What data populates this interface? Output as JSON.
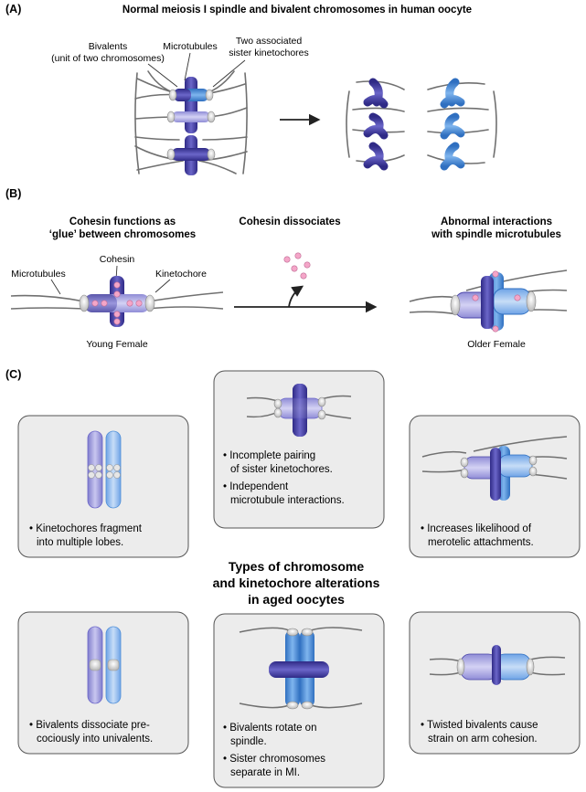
{
  "panelA": {
    "label": "(A)",
    "title": "Normal meiosis I spindle and bivalent chromosomes in human oocyte",
    "labels": {
      "bivalents_1": "Bivalents",
      "bivalents_2": "(unit of two chromosomes)",
      "microtubules": "Microtubules",
      "kinetochores_1": "Two associated",
      "kinetochores_2": "sister kinetochores"
    }
  },
  "panelB": {
    "label": "(B)",
    "heading_left_1": "Cohesin functions as",
    "heading_left_2": "‘glue’ between chromosomes",
    "heading_mid": "Cohesin dissociates",
    "heading_right_1": "Abnormal interactions",
    "heading_right_2": "with spindle microtubules",
    "label_microtubules": "Microtubules",
    "label_cohesin": "Cohesin",
    "label_kinetochore": "Kinetochore",
    "caption_left": "Young Female",
    "caption_right": "Older Female"
  },
  "panelC": {
    "label": "(C)",
    "center_1": "Types of chromosome",
    "center_2": "and kinetochore alterations",
    "center_3": "in aged oocytes",
    "box1": {
      "line1": "• Kinetochores fragment",
      "line2": "into multiple lobes."
    },
    "box2": {
      "line1": "• Incomplete pairing",
      "line2": "of sister kinetochores.",
      "line3": "• Independent",
      "line4": "microtubule interactions."
    },
    "box3": {
      "line1": "• Increases likelihood of",
      "line2": "merotelic attachments."
    },
    "box4": {
      "line1": "• Bivalents dissociate pre-",
      "line2": "cociously into univalents."
    },
    "box5": {
      "line1": "• Bivalents rotate on",
      "line2": "spindle.",
      "line3": "• Sister chromosomes",
      "line4": "separate in MI."
    },
    "box6": {
      "line1": "• Twisted bivalents cause",
      "line2": "strain on arm cohesion."
    }
  },
  "colors": {
    "dark_chromosome": "#4a45a8",
    "light_chromosome": "#4f8fd8",
    "microtubule": "#6b6b6b",
    "cohesin": "#f4a6c8",
    "box_fill": "#ececec"
  }
}
